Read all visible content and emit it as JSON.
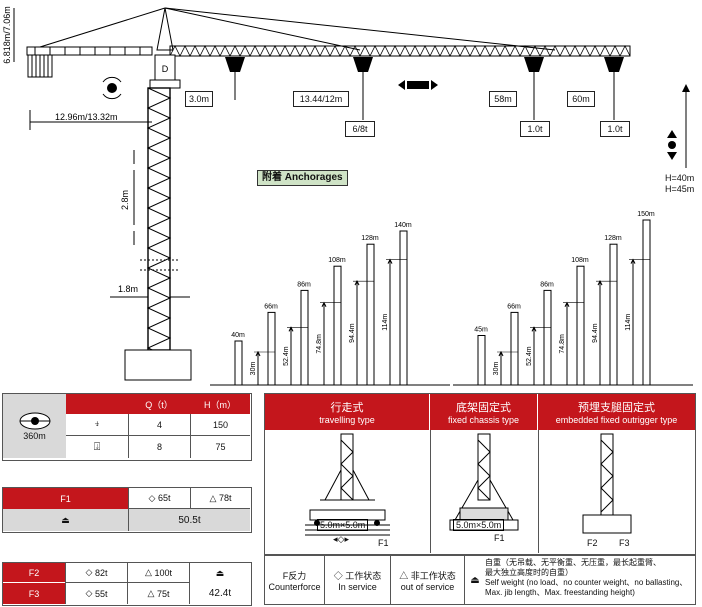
{
  "crane": {
    "tower_height_label": "6.818m/7.06m",
    "counter_jib_label": "12.96m/13.32m",
    "section_height": "2.8m",
    "section_width": "1.8m",
    "trolley_min": "3.0m",
    "trolley_mid": "13.44/12m",
    "load_mid": "6/8t",
    "jib_58": "58m",
    "load_58": "1.0t",
    "jib_60": "60m",
    "load_60": "1.0t",
    "h40": "H=40m",
    "h45": "H=45m"
  },
  "anchorages": {
    "label": "附着  Anchorages",
    "group1": {
      "base": "40m",
      "heights": [
        "66m",
        "86m",
        "108m",
        "128m",
        "140m"
      ],
      "spacings": [
        "30m",
        "52.4m",
        "74.8m",
        "94.4m",
        "114m"
      ]
    },
    "group2": {
      "base": "45m",
      "heights": [
        "66m",
        "86m",
        "108m",
        "128m",
        "150m"
      ],
      "spacings": [
        "30m",
        "52.4m",
        "74.8m",
        "94.4m",
        "114m"
      ]
    }
  },
  "hoist_table": {
    "rope": "360m",
    "col_q": "Q（t）",
    "col_h": "H（m）",
    "rows": [
      {
        "q": "4",
        "h": "150"
      },
      {
        "q": "8",
        "h": "75"
      }
    ]
  },
  "f1_table": {
    "label": "F1",
    "v1": "65t",
    "v2": "78t",
    "self": "50.5t"
  },
  "f23_table": {
    "f2": "F2",
    "f3": "F3",
    "f2_v1": "82t",
    "f2_v2": "100t",
    "f3_v1": "55t",
    "f3_v2": "75t",
    "self": "42.4t"
  },
  "types": [
    {
      "cn": "行走式",
      "en": "travelling type"
    },
    {
      "cn": "底架固定式",
      "en": "fixed chassis type"
    },
    {
      "cn": "预埋支腿固定式",
      "en": "embedded fixed outrigger type"
    }
  ],
  "bases": {
    "dim1": "5.0m×5.0m",
    "dim2": "5.0m×5.0m",
    "f1a": "F1",
    "f1b": "F1",
    "f2": "F2",
    "f3": "F3"
  },
  "legend": {
    "reaction_cn": "F反力",
    "reaction_en": "Counterforce",
    "service_cn": "工作状态",
    "service_en": "In service",
    "out_cn": "非工作状态",
    "out_en": "out of service",
    "self_cn1": "自重（无吊载、无平衡重、无压重，最长起重臂、",
    "self_cn2": "最大独立高度时的自重）",
    "self_en1": "Self weight (no load、no counter weight、no ballasting、",
    "self_en2": "Max. jib length、Max. freestanding height)"
  },
  "colors": {
    "accent": "#c4161c",
    "grey": "#d9d9d9"
  }
}
